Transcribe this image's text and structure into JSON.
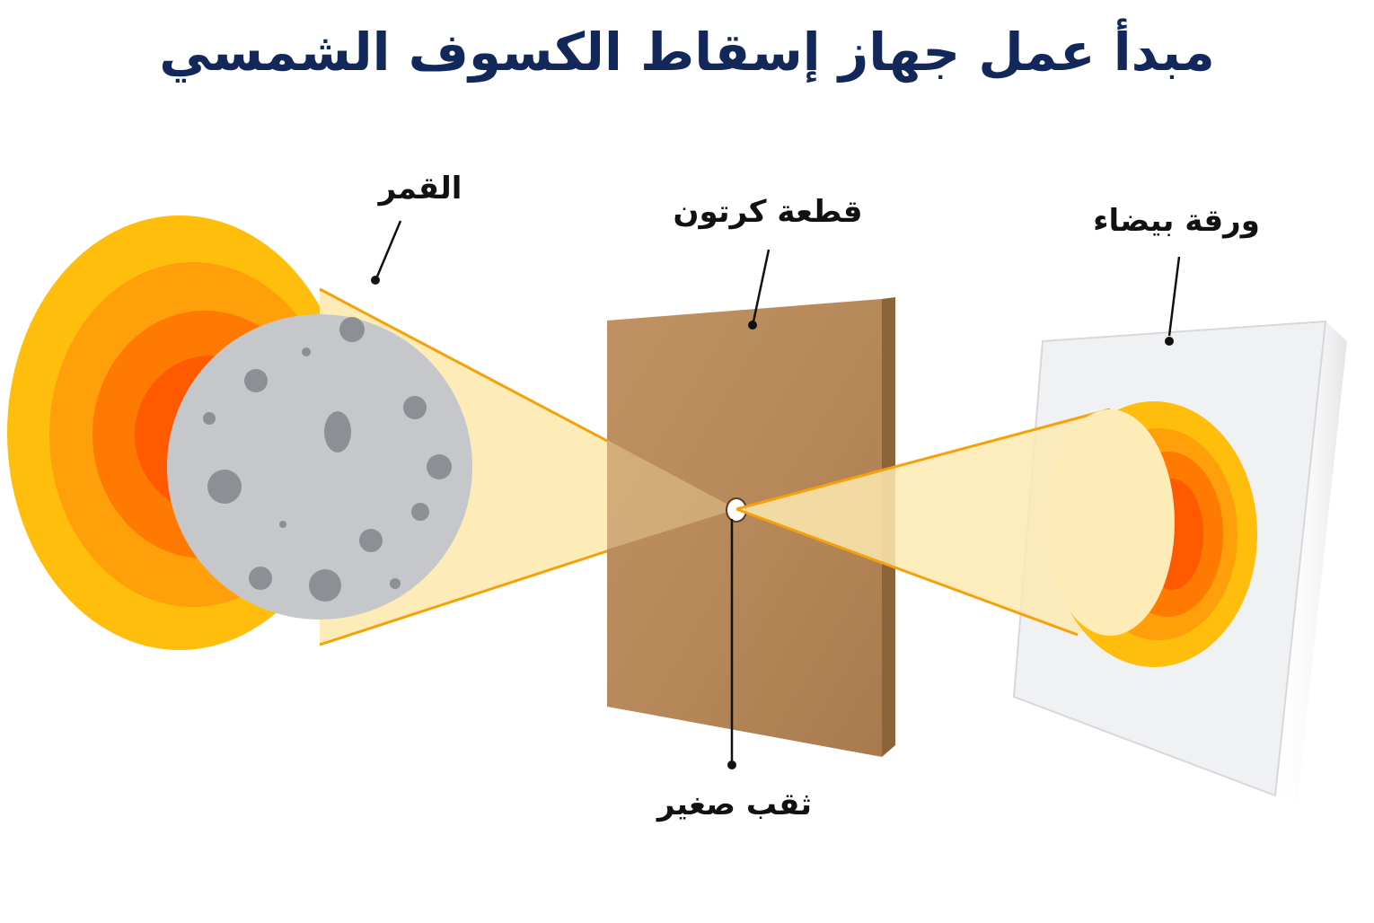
{
  "title": "مبدأ عمل جهاز إسقاط الكسوف الشمسي",
  "labels": {
    "moon": "القمر",
    "cardboard": "قطعة كرتون",
    "paper": "ورقة بيضاء",
    "pinhole": "ثقب صغير"
  },
  "colors": {
    "title": "#13285a",
    "sun_rings": [
      "#ffbe0b",
      "#ff9f0a",
      "#ff7a00",
      "#ff5a00"
    ],
    "moon": "#c6c7cb",
    "crater": "#8e8f94",
    "beam_fill": "#fde9b0",
    "beam_edge": "#f5a20a",
    "cardboard": "#b8895a",
    "cardboard_edge": "#8d6439",
    "paper": "#f0f1f3",
    "label_text": "#111111"
  },
  "icons": [
    "moon-icon",
    "sun-icon",
    "cardboard-icon",
    "paper-icon",
    "pinhole-icon"
  ]
}
